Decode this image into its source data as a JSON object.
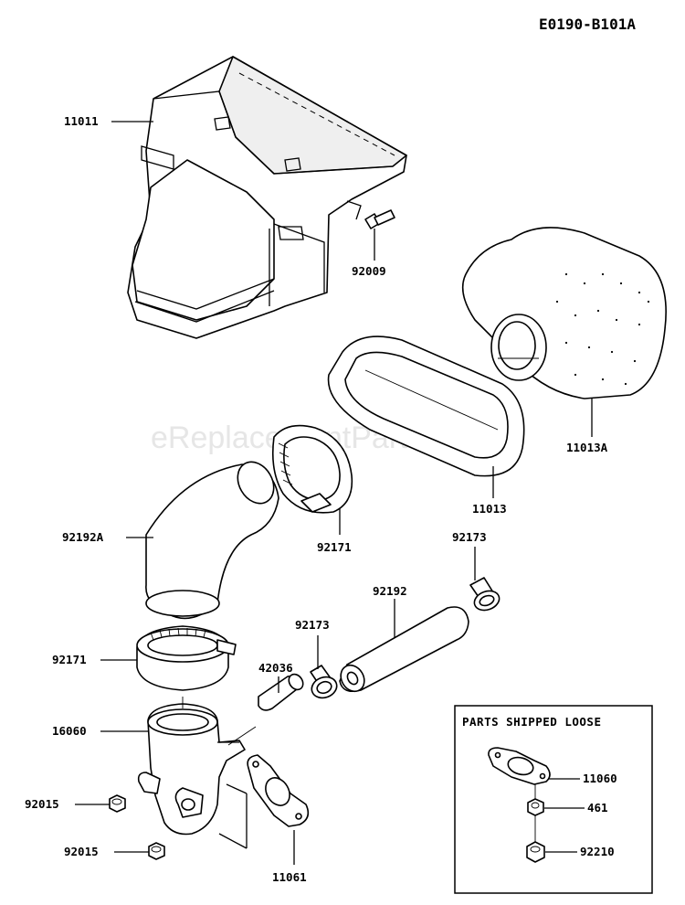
{
  "diagram_code": "E0190-B101A",
  "watermark": "eReplacementParts.com",
  "loose_box_title": "PARTS SHIPPED LOOSE",
  "labels": {
    "p11011": "11011",
    "p92009": "92009",
    "p11013A": "11013A",
    "p11013": "11013",
    "p92171_top": "92171",
    "p92192A": "92192A",
    "p92173_right": "92173",
    "p92192": "92192",
    "p92173_mid": "92173",
    "p42036": "42036",
    "p92171_low": "92171",
    "p16060": "16060",
    "p92015_a": "92015",
    "p92015_b": "92015",
    "p11061": "11061",
    "p11060": "11060",
    "p461": "461",
    "p92210": "92210"
  }
}
